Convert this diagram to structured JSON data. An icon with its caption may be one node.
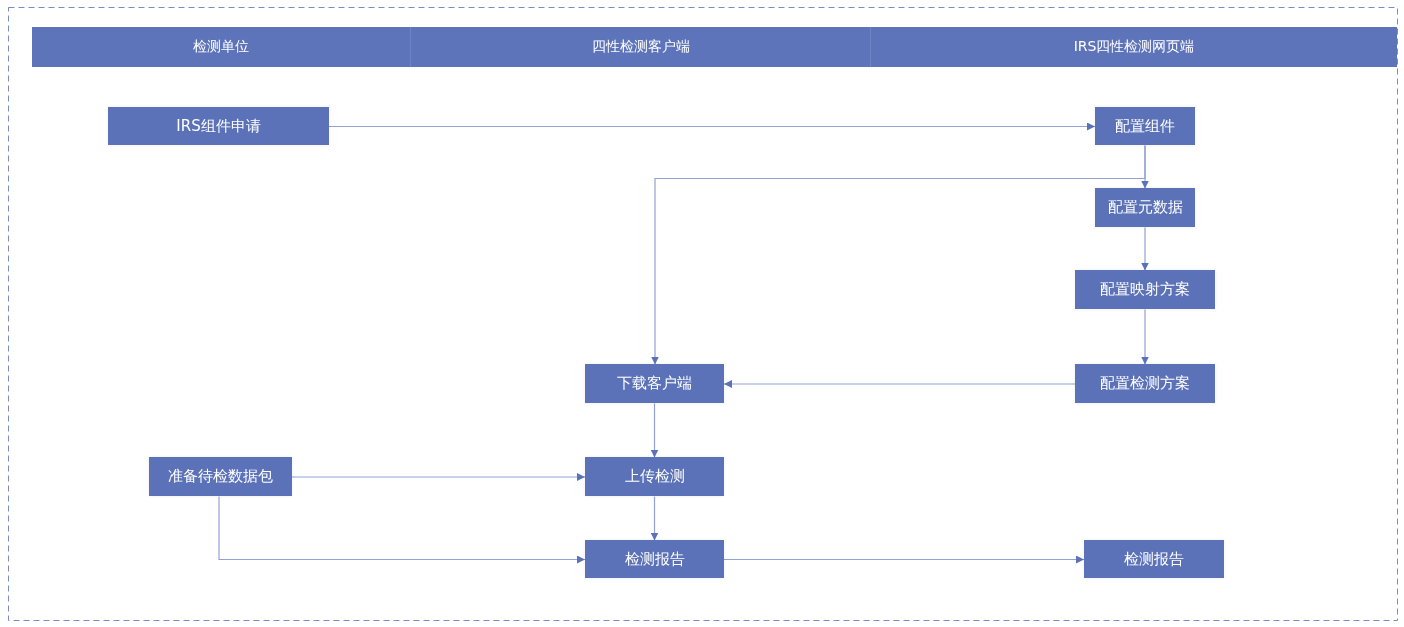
{
  "diagram": {
    "nodes": [
      {
        "text": [
          "检测单位"
        ]
      },
      {
        "text": [
          "四性检测客户端"
        ]
      },
      {
        "text": [
          "IRS四性检测网页端"
        ]
      },
      {
        "text": [
          "IRS组件申请"
        ]
      },
      {
        "text": [
          "配置组件"
        ]
      },
      {
        "text": [
          "配置元数据"
        ]
      },
      {
        "text": [
          "配置映射方案"
        ]
      },
      {
        "text": [
          "下载客户端"
        ]
      },
      {
        "text": [
          "配置检测方案"
        ]
      },
      {
        "text": [
          "准备待检数据包"
        ]
      },
      {
        "text": [
          "上传检测"
        ]
      },
      {
        "text": [
          "检测报告"
        ]
      },
      {
        "text": [
          "检测报告"
        ]
      }
    ],
    "edges": [
      {
        "from": 3,
        "to": 4,
        "arrow": "to"
      },
      {
        "from": 4,
        "to": 5,
        "arrow": "to"
      },
      {
        "from": 4,
        "to": 7,
        "arrow": "to"
      },
      {
        "from": 5,
        "to": 6,
        "arrow": "to"
      },
      {
        "from": 6,
        "to": 8,
        "arrow": "to"
      },
      {
        "from": 8,
        "to": 7,
        "arrow": "to"
      },
      {
        "from": 7,
        "to": 10,
        "arrow": "to"
      },
      {
        "from": 9,
        "to": 10,
        "arrow": "to"
      },
      {
        "from": 9,
        "to": 11,
        "arrow": "to"
      },
      {
        "from": 10,
        "to": 11,
        "arrow": "to"
      },
      {
        "from": 11,
        "to": 12,
        "arrow": "to"
      }
    ]
  }
}
